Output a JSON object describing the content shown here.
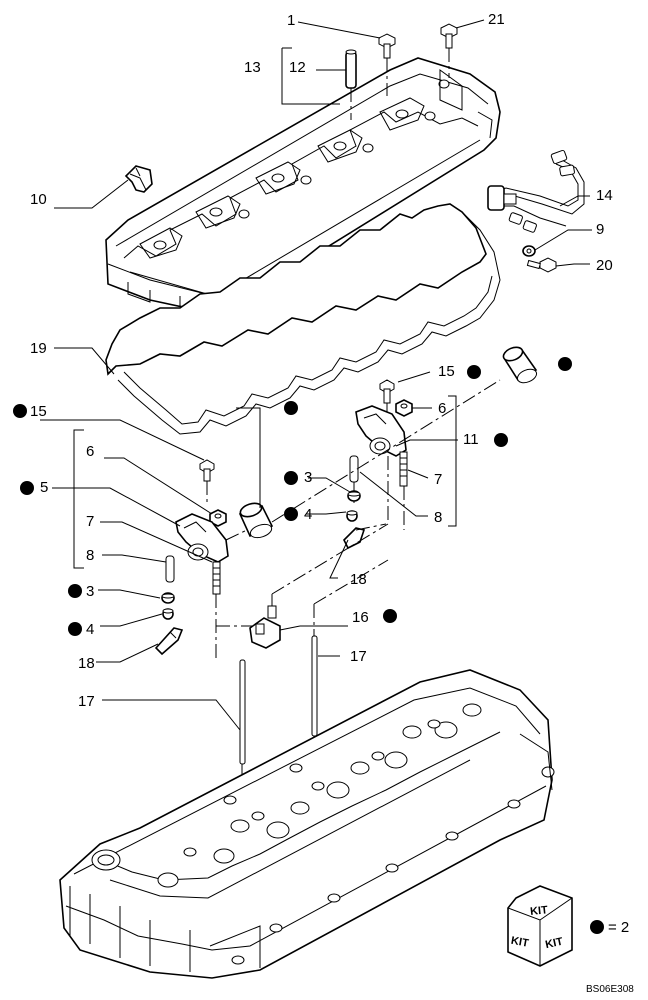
{
  "callouts": [
    {
      "id": "c1",
      "text": "1"
    },
    {
      "id": "c21",
      "text": "21"
    },
    {
      "id": "c13",
      "text": "13"
    },
    {
      "id": "c12",
      "text": "12"
    },
    {
      "id": "c10",
      "text": "10"
    },
    {
      "id": "c14",
      "text": "14"
    },
    {
      "id": "c9",
      "text": "9"
    },
    {
      "id": "c20",
      "text": "20"
    },
    {
      "id": "c19",
      "text": "19"
    },
    {
      "id": "c15a",
      "text": "15"
    },
    {
      "id": "c6a",
      "text": "6"
    },
    {
      "id": "c11",
      "text": "11"
    },
    {
      "id": "c7a",
      "text": "7"
    },
    {
      "id": "c8a",
      "text": "8"
    },
    {
      "id": "c15b",
      "text": "15"
    },
    {
      "id": "c6b",
      "text": "6"
    },
    {
      "id": "c5",
      "text": "5"
    },
    {
      "id": "c3a",
      "text": "3"
    },
    {
      "id": "c4a",
      "text": "4"
    },
    {
      "id": "c7b",
      "text": "7"
    },
    {
      "id": "c8b",
      "text": "8"
    },
    {
      "id": "c18a",
      "text": "18"
    },
    {
      "id": "c3b",
      "text": "3"
    },
    {
      "id": "c4b",
      "text": "4"
    },
    {
      "id": "c16",
      "text": "16"
    },
    {
      "id": "c18b",
      "text": "18"
    },
    {
      "id": "c17a",
      "text": "17"
    },
    {
      "id": "c17b",
      "text": "17"
    }
  ],
  "kit_legend": {
    "face_text": "KIT",
    "equals_text": "= 2"
  },
  "figure_code": "BS06E308"
}
